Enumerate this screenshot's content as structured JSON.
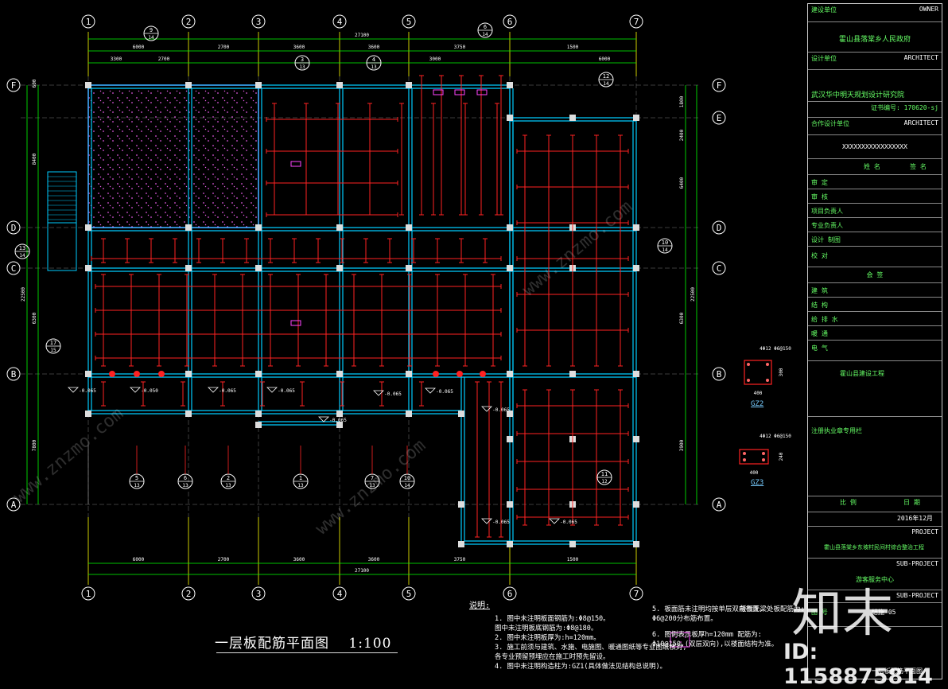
{
  "drawing": {
    "title": "一层板配筋平面图",
    "scale": "1:100",
    "column_grid_labels": [
      "1",
      "2",
      "3",
      "4",
      "5",
      "6",
      "7"
    ],
    "row_grid_labels": [
      "F",
      "E",
      "D",
      "C",
      "B",
      "A"
    ],
    "top_dims": [
      "6000",
      "2700",
      "3600",
      "3600",
      "3750",
      "1500"
    ],
    "top_total": "27100",
    "top_sub_dims": [
      "3300",
      "2700",
      "3000",
      "6000"
    ],
    "bottom_dims": [
      "6000",
      "2700",
      "3600",
      "3600",
      "3750",
      "1500"
    ],
    "bottom_total": "27100",
    "left_dims": [
      "600",
      "8400",
      "6300",
      "7800"
    ],
    "left_total": "22500",
    "right_dims": [
      "1800",
      "2400",
      "6400",
      "6300",
      "3900"
    ],
    "right_total": "22500",
    "elev_labels": [
      "-0.050",
      "-0.065",
      "-0.065",
      "-0.065",
      "-0.065",
      "-0.065",
      "-0.065",
      "-0.065",
      "-0.065",
      "-0.065"
    ],
    "section_callouts": [
      {
        "n": "9",
        "d": "14"
      },
      {
        "n": "3",
        "d": "13"
      },
      {
        "n": "4",
        "d": "13"
      },
      {
        "n": "6",
        "d": "14"
      },
      {
        "n": "12",
        "d": "14"
      },
      {
        "n": "13",
        "d": "14"
      },
      {
        "n": "10",
        "d": "14"
      },
      {
        "n": "17",
        "d": "15"
      },
      {
        "n": "5",
        "d": "13"
      },
      {
        "n": "6",
        "d": "13"
      },
      {
        "n": "2",
        "d": "13"
      },
      {
        "n": "1",
        "d": "13"
      },
      {
        "n": "7",
        "d": "13"
      },
      {
        "n": "10",
        "d": "14"
      },
      {
        "n": "11",
        "d": "12"
      }
    ],
    "gz2": "GZ2",
    "gz3": "GZ3",
    "gz2_dims": [
      "400",
      "300"
    ],
    "gz3_dims": [
      "400",
      "240"
    ],
    "gz2_rebar": "4Φ12 Φ6@150",
    "gz3_rebar": "4Φ12 Φ6@150"
  },
  "notes": {
    "heading": "说明:",
    "items": [
      "1. 图中未注明板面钢筋为:Φ8@150。",
      "   图中未注明板底钢筋为:Φ8@180。",
      "2. 图中未注明板厚为:h=120mm。",
      "3. 施工前须与建筑、水施、电施图、暖通图纸等专业图纸核对,",
      "   各专业预留预埋应在施工时预先留设。",
      "4. 图中未注明构造柱为:GZ1(具体做法见结构总说明)。",
      "5. 板面筋未注明均按单层双向布置,",
      "   Φ6@200分布筋布置。",
      "6. 图例表示板厚h=120mm 配筋为:",
      "   Φ10@150,(双层双向),以楼面结构为准。"
    ],
    "extra_right": "板面无梁处板配筋为:"
  },
  "title_block": {
    "owner_label": "建设单位",
    "owner_en": "OWNER",
    "owner_name": "霍山县落棠乡人民政府",
    "architect_label": "设计单位",
    "architect_en": "ARCHITECT",
    "design_institute": "武汉华中明天规划设计研究院",
    "cert": "证书编号: 170620-sj",
    "cooperate_label": "合作设计单位",
    "cooperate_en": "ARCHITECT",
    "xs": "XXXXXXXXXXXXXXXXX",
    "sign_cols": [
      "姓 名",
      "签 名"
    ],
    "sign_rows": [
      "审 定",
      "审 核",
      "项目负责人",
      "专业负责人",
      "设计 制图",
      "校 对"
    ],
    "countersign": "会 签",
    "disciplines": [
      "建 筑",
      "结 构",
      "给 排 水",
      "暖 通",
      "电 气"
    ],
    "seal": "霍山县建设工程",
    "seal2": "注册执业章专用栏",
    "scale_label": "比 例",
    "date_label": "日 期",
    "date_value": "2016年12月",
    "project_en": "PROJECT",
    "project_name": "霍山县落棠乡东坡村民间村综合整治工程",
    "subproject_en": "SUB-PROJECT",
    "subproject_name": "游客服务中心",
    "drawing_no_label": "图 号",
    "drawing_no": "结施-05",
    "drawing_name": "一层板配筋平面图"
  },
  "watermark": {
    "brand": "知末",
    "id": "ID: 1158875814",
    "site": "www.znzmo.com"
  }
}
